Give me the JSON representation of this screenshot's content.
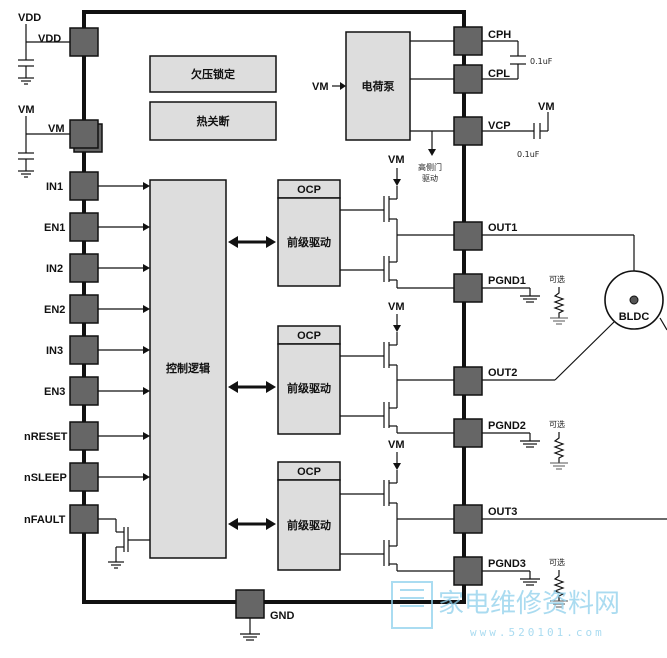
{
  "blocks": {
    "uvlo": "欠压锁定",
    "thermal": "热关断",
    "charge_pump": "电荷泵",
    "control_logic": "控制逻辑",
    "ocp_label": "OCP",
    "predriver": "前级驱动",
    "highside_note_1": "高侧门",
    "highside_note_2": "驱动"
  },
  "left_pins": {
    "vdd": "VDD",
    "vm": "VM",
    "in1": "IN1",
    "en1": "EN1",
    "in2": "IN2",
    "en2": "EN2",
    "in3": "IN3",
    "en3": "EN3",
    "nreset": "nRESET",
    "nsleep": "nSLEEP",
    "nfault": "nFAULT"
  },
  "right_pins": {
    "cph": "CPH",
    "cpl": "CPL",
    "vcp": "VCP",
    "out1": "OUT1",
    "pgnd1": "PGND1",
    "out2": "OUT2",
    "pgnd2": "PGND2",
    "out3": "OUT3",
    "pgnd3": "PGND3"
  },
  "bottom_pin": "GND",
  "supply_labels": {
    "vm_chargepump_in": "VM",
    "vm_vcp": "VM",
    "vm_phase1": "VM",
    "vm_phase2": "VM",
    "vm_phase3": "VM"
  },
  "capacitors": {
    "cp_cap": "0.1uF",
    "vcp_cap": "0.1uF"
  },
  "optional_label": "可选",
  "motor_label": "BLDC",
  "watermark": {
    "main": "家电维修资料网",
    "url": "www.520101.com"
  },
  "colors": {
    "pin_fill": "#666666",
    "block_fill": "#dddddd",
    "outline": "#111111",
    "watermark": "#8ed0ec"
  }
}
